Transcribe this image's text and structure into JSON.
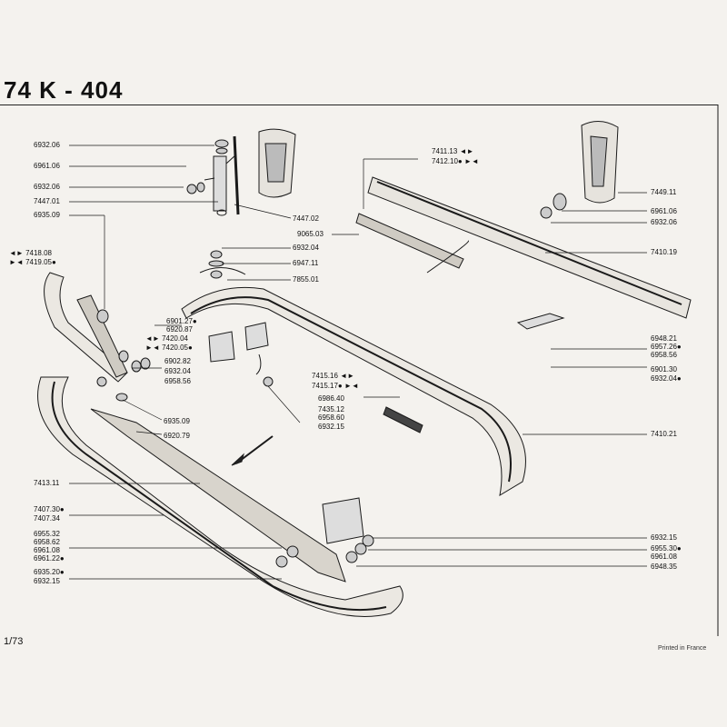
{
  "header": {
    "title": "74 K - 404"
  },
  "footer": {
    "page": "1/73",
    "printed": "Printed in France"
  },
  "labels": {
    "l6932_06a": "6932.06",
    "l6961_06a": "6961.06",
    "l6932_06b": "6932.06",
    "l7447_01": "7447.01",
    "l6935_09a": "6935.09",
    "l7418_08": "7418.08",
    "l7419_05": "7419.05",
    "l6932_04a": "6932.04",
    "l6947_11": "6947.11",
    "l7855_01": "7855.01",
    "l7447_02": "7447.02",
    "l9065_03": "9065.03",
    "l6901_27": "6901.27",
    "l6920_87": "6920.87",
    "l7420_04": "7420.04",
    "l7420_05": "7420.05",
    "l6902_82": "6902.82",
    "l6932_04b": "6932.04",
    "l6958_56a": "6958.56",
    "l6935_09b": "6935.09",
    "l6920_79": "6920.79",
    "l7415_16": "7415.16",
    "l7415_17": "7415.17",
    "l6986_40": "6986.40",
    "l7435_12": "7435.12",
    "l6958_60": "6958.60",
    "l6932_15a": "6932.15",
    "l7411_13": "7411.13",
    "l7412_10": "7412.10",
    "l7449_11": "7449.11",
    "l6961_06b": "6961.06",
    "l6932_06c": "6932.06",
    "l7410_19": "7410.19",
    "l6948_21": "6948.21",
    "l6957_26": "6957.26",
    "l6958_56b": "6958.56",
    "l6901_30": "6901.30",
    "l6932_04c": "6932.04",
    "l7410_21": "7410.21",
    "l7413_11": "7413.11",
    "l7407_30": "7407.30",
    "l7407_34": "7407.34",
    "l6955_32": "6955.32",
    "l6958_62": "6958.62",
    "l6961_08a": "6961.08",
    "l6961_22": "6961.22",
    "l6935_20": "6935.20",
    "l6932_15b": "6932.15",
    "l6932_15c": "6932.15",
    "l6955_30": "6955.30",
    "l6961_08b": "6961.08",
    "l6948_35": "6948.35"
  },
  "markers": {
    "bullet": "●",
    "arrow_left": "◄",
    "arrow_right": "►"
  }
}
